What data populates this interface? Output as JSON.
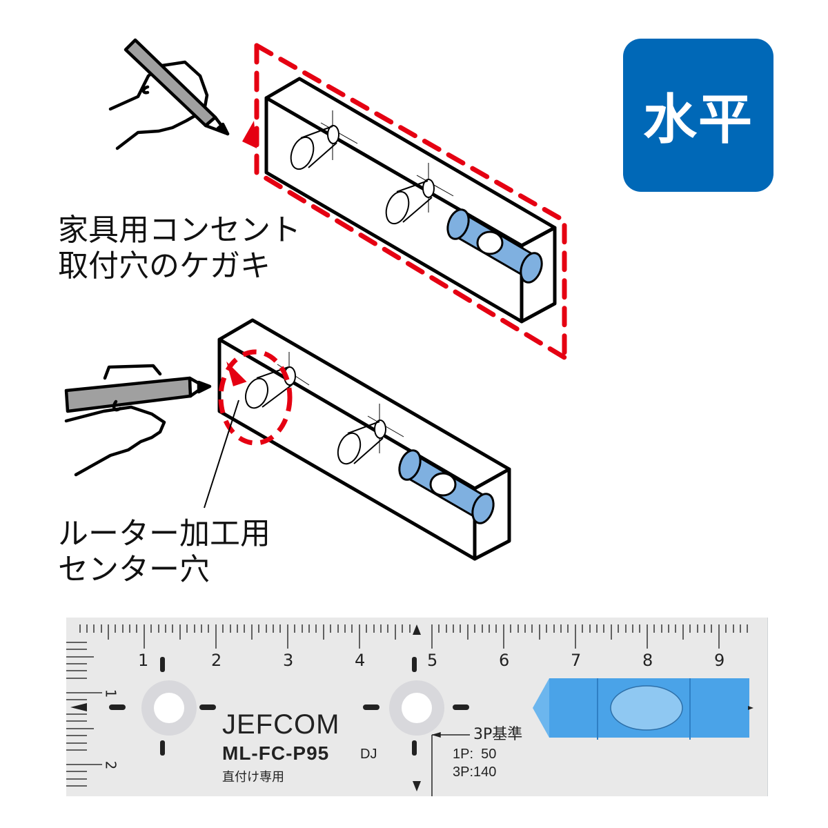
{
  "badge": {
    "label": "水平",
    "color": "#0068b7"
  },
  "captions": {
    "top": {
      "line1": "家具用コンセント",
      "line2": "取付穴のケガキ"
    },
    "bottom": {
      "line1": "ルーター加工用",
      "line2": "センター穴"
    }
  },
  "colors": {
    "dashed_outline": "#e50012",
    "vial_blue": "#7fb0e0",
    "pencil_gray": "#a0a0a0",
    "ruler_bg": "#e9e9e9",
    "ruler_vial": "#4aa3e8"
  },
  "ruler": {
    "top_numbers": [
      "1",
      "2",
      "3",
      "4",
      "5",
      "6",
      "7",
      "8",
      "9"
    ],
    "side_numbers": [
      "1",
      "2"
    ],
    "brand": "JEFCOM",
    "model": "ML-FC-P95",
    "suffix": "DJ",
    "note": "直付け専用",
    "reference_label": "3P基準",
    "spec_1p": "1P:  50",
    "spec_3p": "3P:140"
  }
}
